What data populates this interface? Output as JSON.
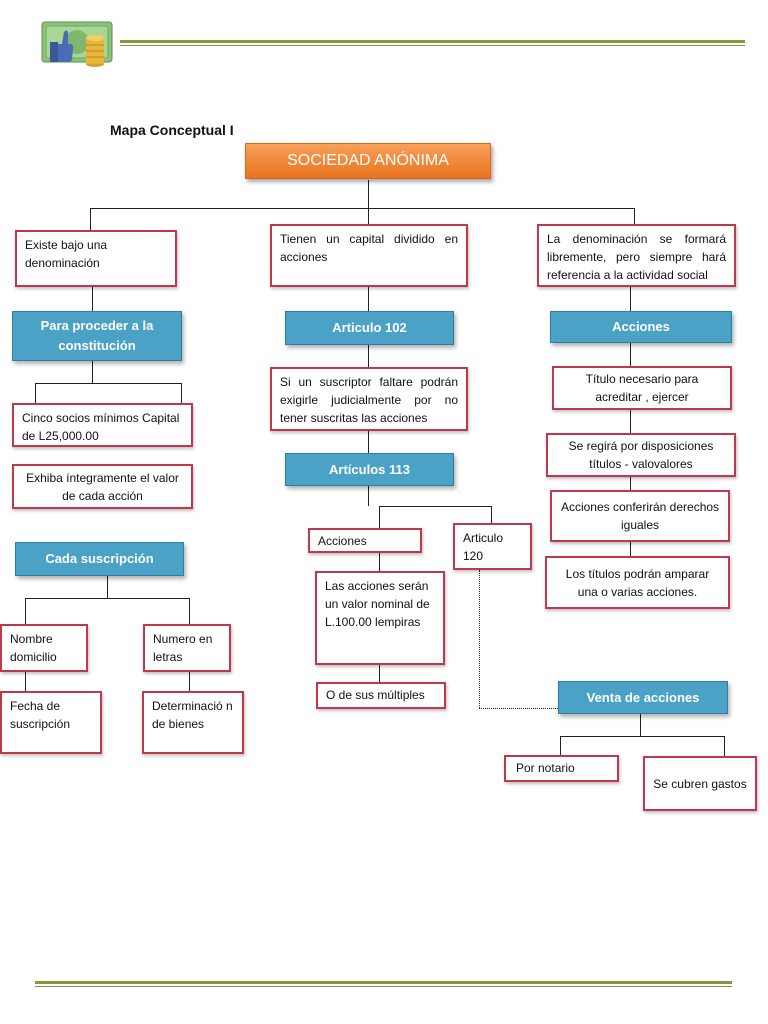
{
  "header": {
    "logo_icon": "money-thumbs-up-logo"
  },
  "title": "Mapa Conceptual I",
  "root": "SOCIEDAD ANÓNIMA",
  "left": {
    "top_box": "Existe bajo una denominación",
    "blue1": "Para proceder a la constitución",
    "item1": "Cinco socios mínimos Capital de L25,000.00",
    "item2": "Exhiba íntegramente el valor de cada acción",
    "blue2": "Cada suscripción",
    "nombre": "Nombre domicilio",
    "numero": "Numero en letras",
    "fecha": "Fecha de suscripción",
    "determinacion": "Determinació n de bienes"
  },
  "middle": {
    "top_box": "Tienen un capital dividido en acciones",
    "blue1": "Articulo 102",
    "item1": "Si un suscriptor faltare podrán exigirle judicialmente por no tener suscritas las acciones",
    "blue2": "Artículos 113",
    "acciones": "Acciones",
    "articulo120": "Articulo 120",
    "valor": "Las acciones serán un valor nominal de L.100.00 lempiras",
    "multiples": "O de sus múltiples"
  },
  "right": {
    "top_box": "La denominación se formará libremente, pero siempre hará referencia a la actividad social",
    "blue1": "Acciones",
    "item1": "Título necesario para acreditar , ejercer",
    "item2": "Se regirá por disposiciones títulos - valovalores",
    "item3": "Acciones conferirán derechos iguales",
    "item4": "Los títulos podrán amparar una o varias acciones.",
    "blue2": "Venta de acciones",
    "notario": "Por notario",
    "gastos": "Se cubren gastos"
  },
  "colors": {
    "accent_green": "#7f9a3f",
    "root_orange": "#e8731f",
    "box_blue": "#4aa3c6",
    "border_red": "#c0394b"
  }
}
